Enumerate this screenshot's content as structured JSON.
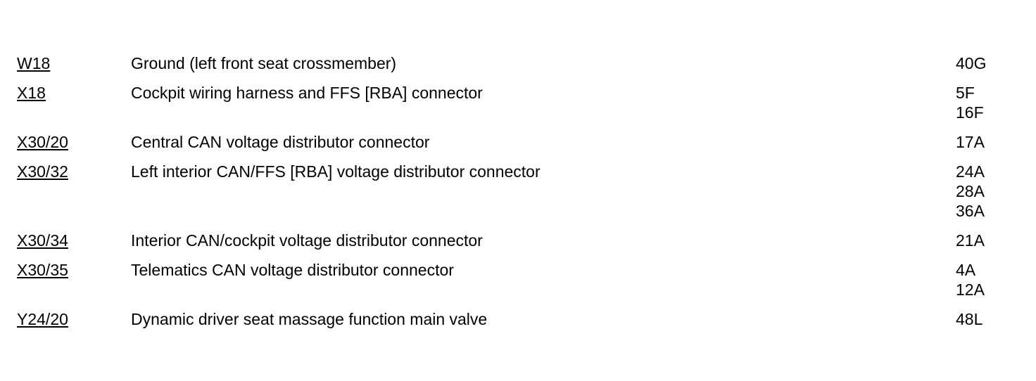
{
  "rows": [
    {
      "code": "W18",
      "description": "Ground (left front seat crossmember)",
      "refs": [
        "40G"
      ]
    },
    {
      "code": "X18",
      "description": "Cockpit wiring harness and FFS [RBA] connector",
      "refs": [
        "5F",
        "16F"
      ]
    },
    {
      "code": "X30/20",
      "description": "Central CAN voltage distributor connector",
      "refs": [
        "17A"
      ]
    },
    {
      "code": "X30/32",
      "description": "Left interior CAN/FFS [RBA] voltage distributor connector",
      "refs": [
        "24A",
        "28A",
        "36A"
      ]
    },
    {
      "code": "X30/34",
      "description": "Interior CAN/cockpit voltage distributor connector",
      "refs": [
        "21A"
      ]
    },
    {
      "code": "X30/35",
      "description": "Telematics CAN voltage distributor connector",
      "refs": [
        "4A",
        "12A"
      ]
    },
    {
      "code": "Y24/20",
      "description": "Dynamic driver seat massage function main valve",
      "refs": [
        "48L"
      ]
    }
  ]
}
